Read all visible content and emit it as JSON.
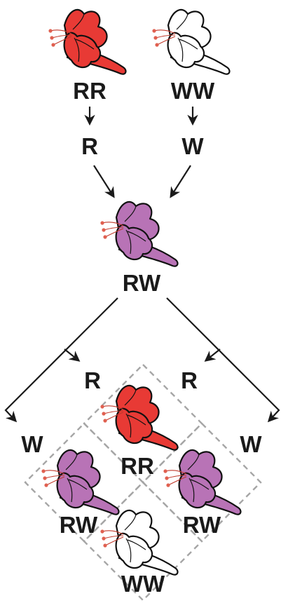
{
  "colors": {
    "red": "#e83a35",
    "white": "#ffffff",
    "pink": "#b873b6"
  },
  "parents": {
    "left": {
      "flower_color": "red",
      "genotype": "RR",
      "gamete": "R"
    },
    "right": {
      "flower_color": "white",
      "genotype": "WW",
      "gamete": "W"
    }
  },
  "f1": {
    "flower_color": "pink",
    "genotype": "RW"
  },
  "gametes": {
    "top_left": "R",
    "top_right": "R",
    "left": "W",
    "right": "W"
  },
  "punnett": {
    "top": {
      "flower_color": "red",
      "genotype": "RR"
    },
    "left": {
      "flower_color": "pink",
      "genotype": "RW"
    },
    "right": {
      "flower_color": "pink",
      "genotype": "RW"
    },
    "bottom": {
      "flower_color": "white",
      "genotype": "WW"
    }
  }
}
